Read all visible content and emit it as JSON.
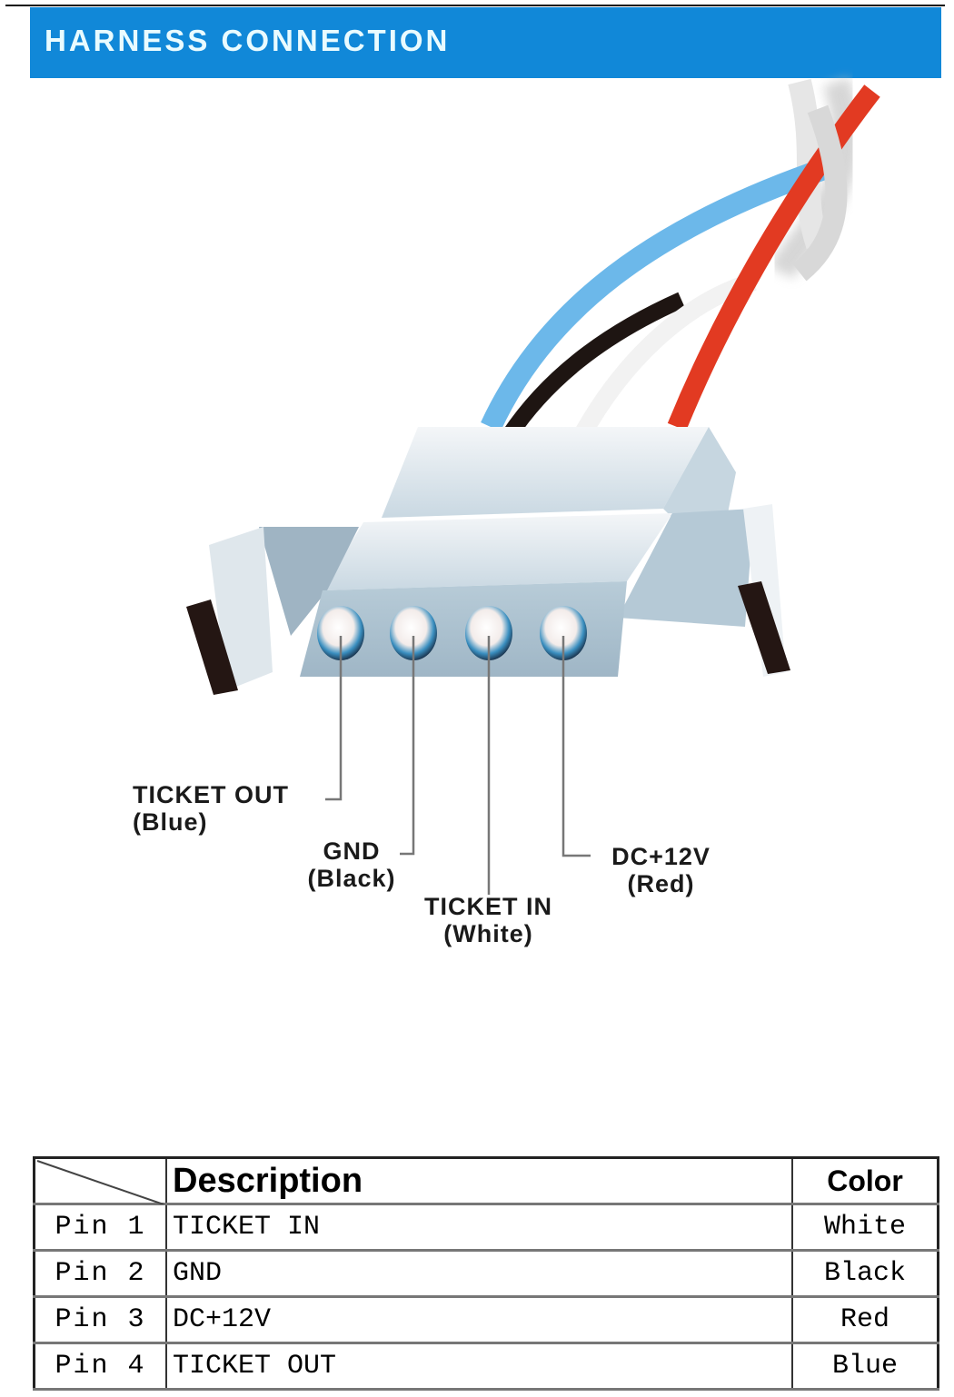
{
  "header": {
    "title": "HARNESS CONNECTION"
  },
  "colors": {
    "banner": "#1188d8",
    "wire_blue": "#6cb8ea",
    "wire_black": "#1e1512",
    "wire_white": "#f2f2f2",
    "wire_red": "#e23a22"
  },
  "diagram": {
    "labels": [
      {
        "name": "TICKET OUT",
        "color": "(Blue)"
      },
      {
        "name": "GND",
        "color": "(Black)"
      },
      {
        "name": "TICKET IN",
        "color": "(White)"
      },
      {
        "name": "DC+12V",
        "color": "(Red)"
      }
    ]
  },
  "table": {
    "headers": {
      "description": "Description",
      "color": "Color"
    },
    "rows": [
      {
        "pin": "Pin 1",
        "description": "TICKET IN",
        "color": "White"
      },
      {
        "pin": "Pin 2",
        "description": "GND",
        "color": "Black"
      },
      {
        "pin": "Pin 3",
        "description": "DC+12V",
        "color": "Red"
      },
      {
        "pin": "Pin 4",
        "description": "TICKET OUT",
        "color": "Blue"
      }
    ]
  }
}
